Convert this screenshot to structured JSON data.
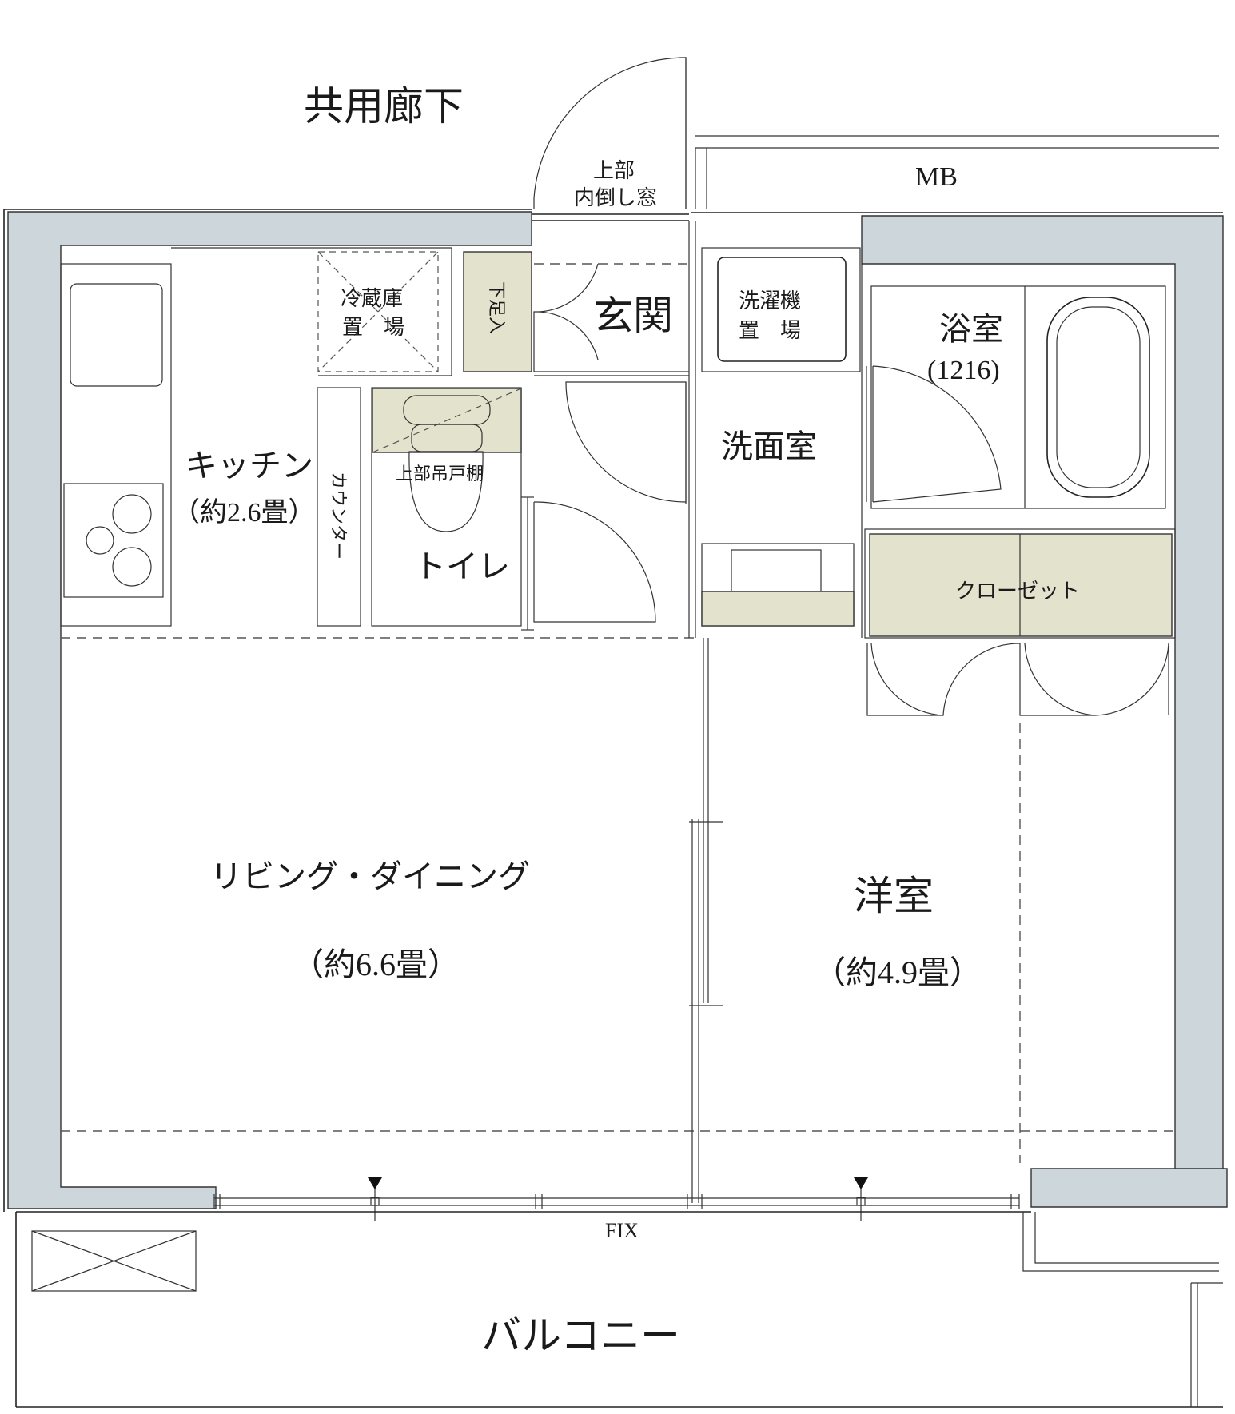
{
  "labels": {
    "corridor": "共用廊下",
    "mb": "MB",
    "window_line1": "上部",
    "window_line2": "内倒し窓",
    "fridge_line1": "冷蔵庫",
    "fridge_line2": "置　場",
    "shoe_storage": "下足入",
    "entrance": "玄関",
    "washer_line1": "洗濯機",
    "washer_line2": "置　場",
    "bath": "浴室",
    "bath_size": "(1216)",
    "kitchen": "キッチン",
    "kitchen_size": "（約2.6畳）",
    "counter": "カウンター",
    "upper_cabinet": "上部吊戸棚",
    "toilet": "トイレ",
    "washroom": "洗面室",
    "closet": "クローゼット",
    "living": "リビング・ダイニング",
    "living_size": "（約6.6畳）",
    "western": "洋室",
    "western_size": "（約4.9畳）",
    "fix": "FIX",
    "balcony": "バルコニー"
  },
  "colors": {
    "wall_fill": "#cdd6da",
    "storage_fill": "#e3e2cd"
  }
}
